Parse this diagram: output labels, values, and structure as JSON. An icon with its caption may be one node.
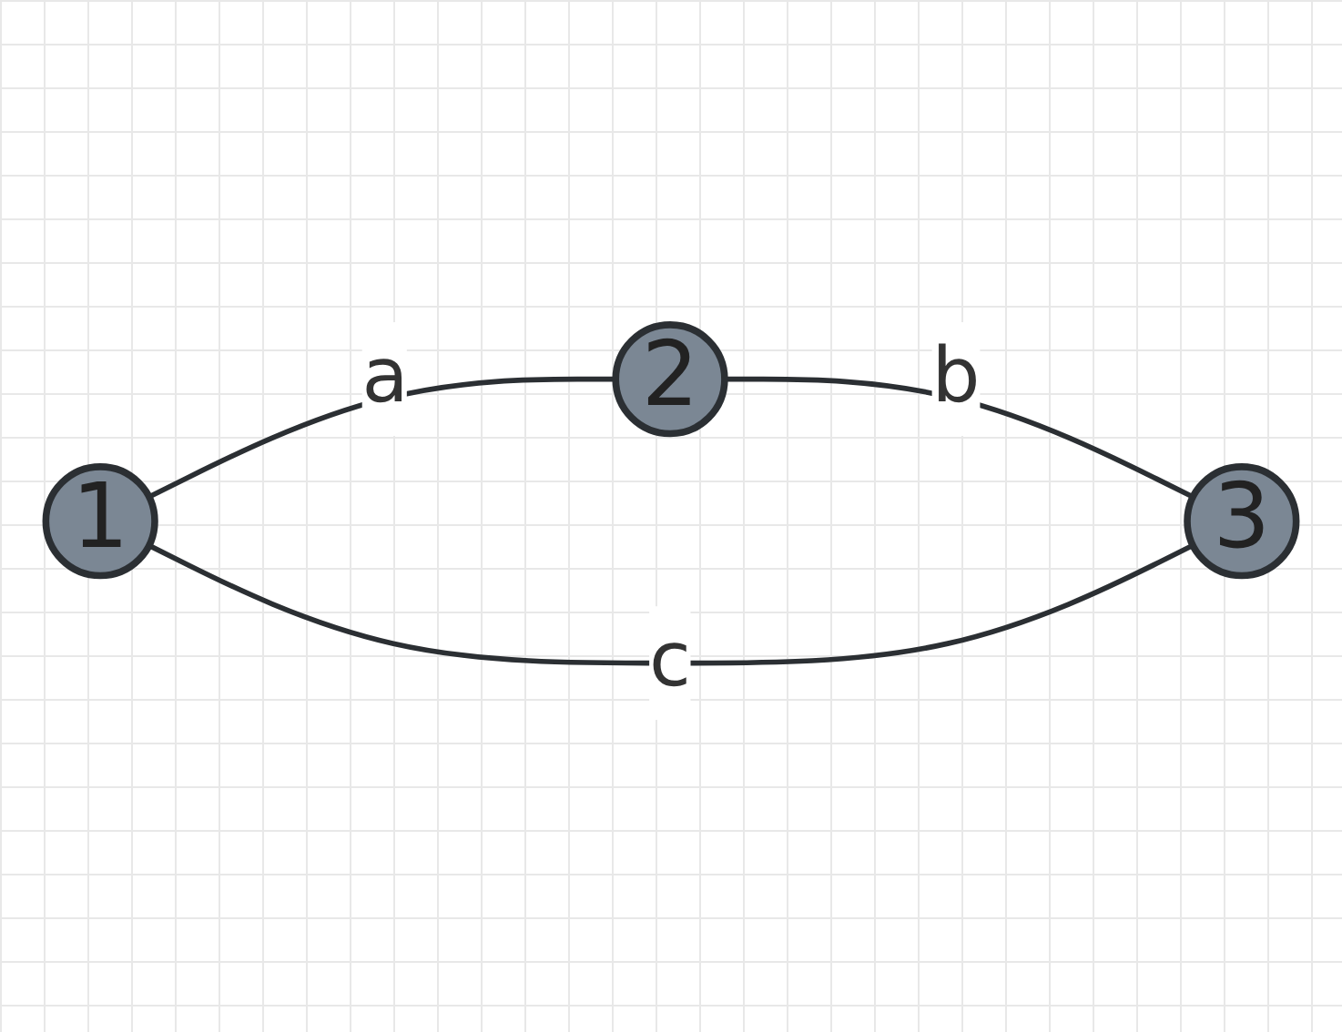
{
  "diagram": {
    "nodes": [
      {
        "text": [
          "1"
        ]
      },
      {
        "text": [
          "2"
        ]
      },
      {
        "text": [
          "3"
        ]
      }
    ],
    "edges": [
      {
        "from": 0,
        "to": 1,
        "arrow": "none",
        "label": "a"
      },
      {
        "from": 1,
        "to": 2,
        "arrow": "none",
        "label": "b"
      },
      {
        "from": 2,
        "to": 0,
        "arrow": "none",
        "label": "c"
      }
    ]
  }
}
